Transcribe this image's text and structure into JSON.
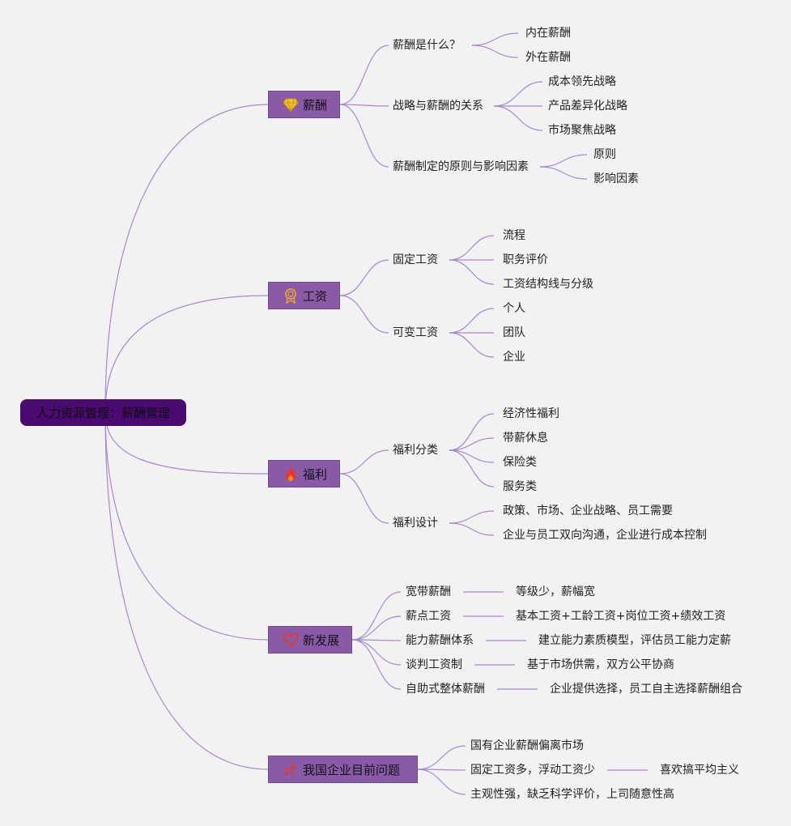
{
  "root": {
    "label": "人力资源管理：薪酬管理"
  },
  "branches": [
    {
      "label": "薪酬",
      "icon": "diamond-icon",
      "children": [
        {
          "label": "薪酬是什么？",
          "children": [
            {
              "label": "内在薪酬"
            },
            {
              "label": "外在薪酬"
            }
          ]
        },
        {
          "label": "战略与薪酬的关系",
          "children": [
            {
              "label": "成本领先战略"
            },
            {
              "label": "产品差异化战略"
            },
            {
              "label": "市场聚焦战略"
            }
          ]
        },
        {
          "label": "薪酬制定的原则与影响因素",
          "children": [
            {
              "label": "原则"
            },
            {
              "label": "影响因素"
            }
          ]
        }
      ]
    },
    {
      "label": "工资",
      "icon": "medal-icon",
      "children": [
        {
          "label": "固定工资",
          "children": [
            {
              "label": "流程"
            },
            {
              "label": "职务评价"
            },
            {
              "label": "工资结构线与分级"
            }
          ]
        },
        {
          "label": "可变工资",
          "children": [
            {
              "label": "个人"
            },
            {
              "label": "团队"
            },
            {
              "label": "企业"
            }
          ]
        }
      ]
    },
    {
      "label": "福利",
      "icon": "fire-icon",
      "children": [
        {
          "label": "福利分类",
          "children": [
            {
              "label": "经济性福利"
            },
            {
              "label": "带薪休息"
            },
            {
              "label": "保险类"
            },
            {
              "label": "服务类"
            }
          ]
        },
        {
          "label": "福利设计",
          "children": [
            {
              "label": "政策、市场、企业战略、员工需要"
            },
            {
              "label": "企业与员工双向沟通，企业进行成本控制"
            }
          ]
        }
      ]
    },
    {
      "label": "新发展",
      "icon": "heart-icon",
      "children": [
        {
          "label": "宽带薪酬",
          "children": [
            {
              "label": "等级少，薪幅宽"
            }
          ]
        },
        {
          "label": "薪点工资",
          "children": [
            {
              "label": "基本工资+工龄工资+岗位工资+绩效工资"
            }
          ]
        },
        {
          "label": "能力薪酬体系",
          "children": [
            {
              "label": "建立能力素质模型，评估员工能力定薪"
            }
          ]
        },
        {
          "label": "谈判工资制",
          "children": [
            {
              "label": "基于市场供需，双方公平协商"
            }
          ]
        },
        {
          "label": "自助式整体薪酬",
          "children": [
            {
              "label": "企业提供选择，员工自主选择薪酬组合"
            }
          ]
        }
      ]
    },
    {
      "label": "我国企业目前问题",
      "icon": "warning-icon",
      "children": [
        {
          "label": "国有企业薪酬偏离市场",
          "children": []
        },
        {
          "label": "固定工资多，浮动工资少",
          "children": [
            {
              "label": "喜欢搞平均主义"
            }
          ]
        },
        {
          "label": "主观性强，缺乏科学评价，上司随意性高",
          "children": []
        }
      ]
    }
  ],
  "colors": {
    "background": "#f2f1f4",
    "root": "#4b0a70",
    "branch": "#8a5aa6",
    "line": "#a78bc7"
  }
}
